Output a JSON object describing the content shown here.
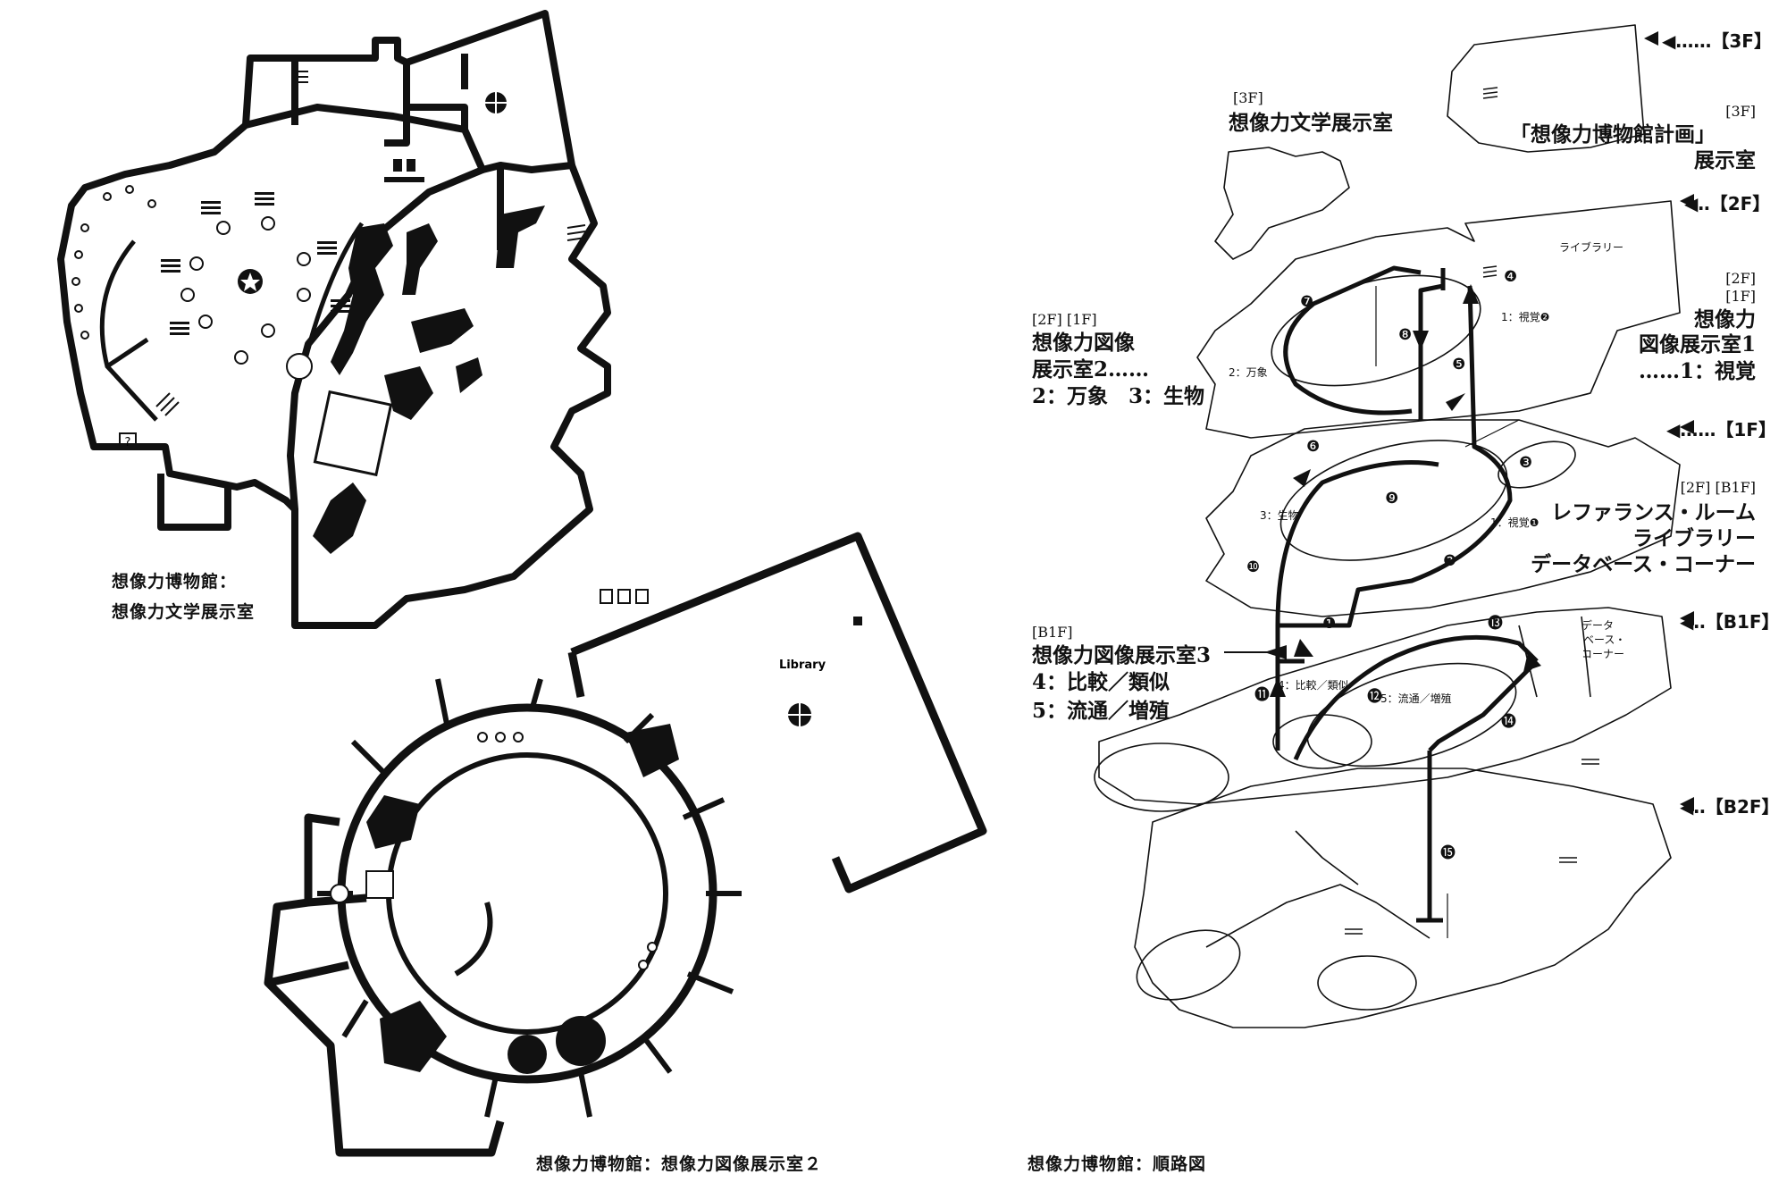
{
  "captions": {
    "literature_plan": [
      "想像力博物館：",
      "想像力文学展示室"
    ],
    "image_plan": "想像力博物館：想像力図像展示室２",
    "route_plan": "想像力博物館：順路図"
  },
  "plan_labels": {
    "library": "Library",
    "toilet_icons": "WC",
    "question_mark": "?"
  },
  "floors": {
    "f3": "◀……【3F】",
    "f2": "◀‥【2F】",
    "f1": "◀……【1F】",
    "b1": "◀‥【B1F】",
    "b2": "◀‥【B2F】"
  },
  "rooms": {
    "lit": {
      "tag": "[3F]",
      "name": "想像力文学展示室"
    },
    "plan": {
      "tag": "[3F]",
      "name1": "「想像力博物館計画」",
      "name2": "展示室"
    },
    "img1": {
      "tag1": "[2F]",
      "tag2": "[1F]",
      "name1": "想像力",
      "name2": "図像展示室1",
      "sub": "……1：視覚"
    },
    "img2": {
      "tag": "[2F] [1F]",
      "name1": "想像力図像",
      "name2": "展示室2……",
      "sub": "2：万象　3：生物"
    },
    "ref": {
      "tag": "[2F] [B1F]",
      "line1": "レファランス・ルーム",
      "line2": "ライブラリー",
      "line3": "データベース・コーナー"
    },
    "img3": {
      "tag": "[B1F]",
      "name": "想像力図像展示室3",
      "sub1": "4：比較／類似",
      "sub2": "5：流通／増殖"
    }
  },
  "map_labels": {
    "library": "ライブラリー",
    "vision2": "1：視覚❷",
    "banshou": "2：万象",
    "vision1": "1：視覚❶",
    "seibutsu": "3：生物",
    "compare": "4：比較／類似",
    "ryutsu": "5：流通／増殖",
    "database": [
      "データ",
      "ベース・",
      "コーナー"
    ]
  },
  "route_numbers": [
    "❶",
    "❷",
    "❸",
    "❹",
    "❺",
    "❻",
    "❼",
    "❽",
    "❾",
    "❿",
    "⓫",
    "⓬",
    "⓭",
    "⓮",
    "⓯"
  ]
}
